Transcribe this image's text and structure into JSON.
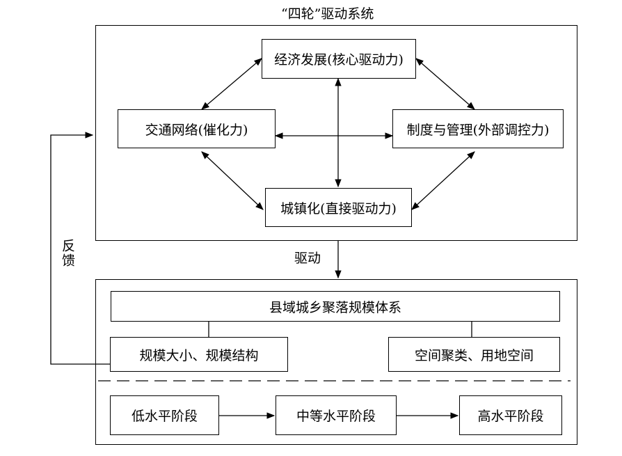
{
  "title": "“四轮”驱动系统",
  "drivers": {
    "economy": "经济发展(核心驱动力)",
    "transport": "交通网络(催化力)",
    "institution": "制度与管理(外部调控力)",
    "urbanization": "城镇化(直接驱动力)"
  },
  "drive_label": "驱动",
  "feedback_label": "反馈",
  "system": {
    "title": "县域城乡聚落规模体系",
    "left": "规模大小、规模结构",
    "right": "空间聚类、用地空间"
  },
  "stages": [
    "低水平阶段",
    "中等水平阶段",
    "高水平阶段"
  ]
}
